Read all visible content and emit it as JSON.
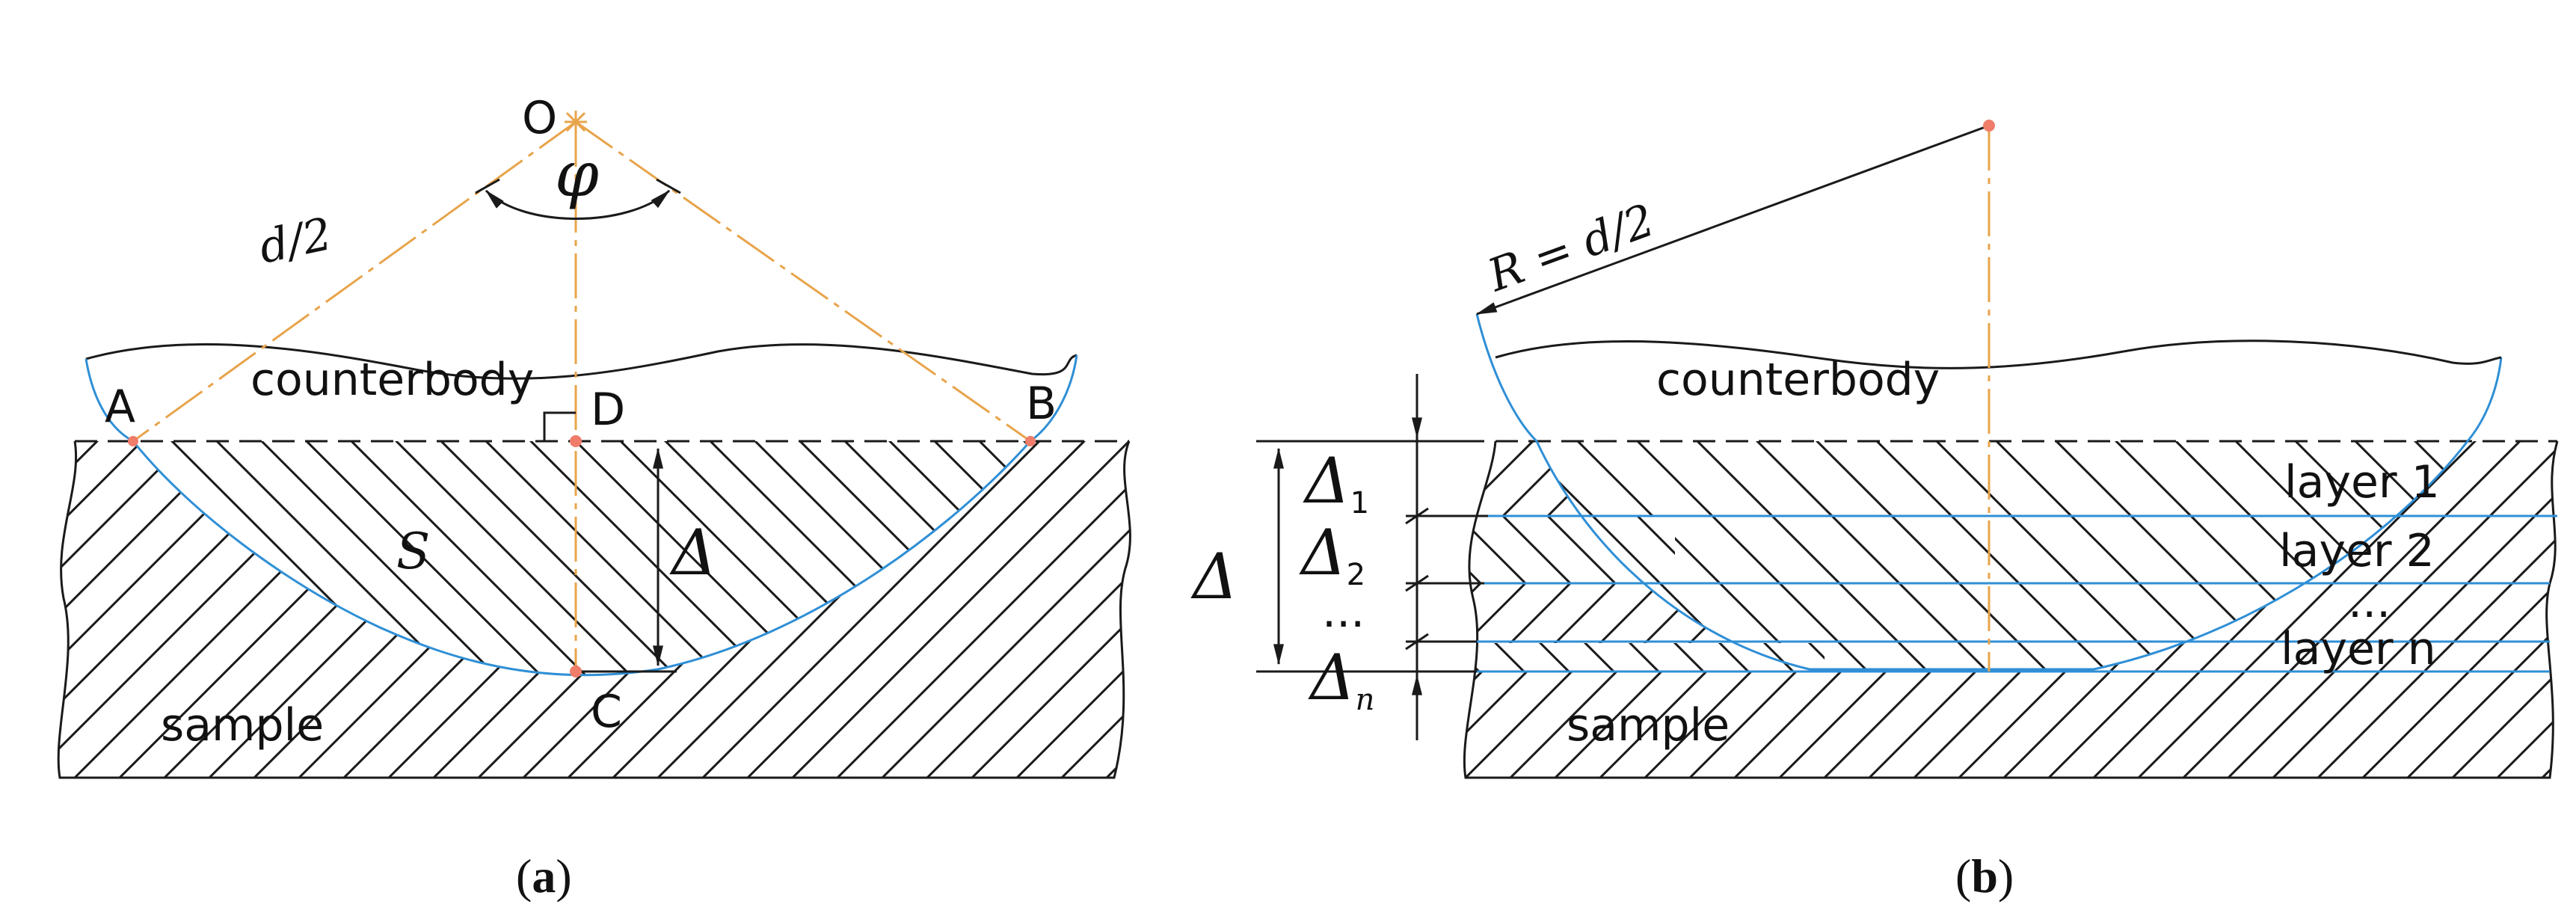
{
  "panel_a": {
    "label_O": "O",
    "label_phi": "φ",
    "label_half_d": "d/2",
    "label_counterbody": "counterbody",
    "label_A": "A",
    "label_B": "B",
    "label_D": "D",
    "label_C": "C",
    "label_S": "S",
    "label_delta": "Δ",
    "label_sample": "sample",
    "caption_paren_open": "(",
    "caption_letter": "a",
    "caption_paren_close": ")"
  },
  "panel_b": {
    "label_R": "R = d/2",
    "label_counterbody": "counterbody",
    "label_delta_total": "Δ",
    "delta_symbol": "Δ",
    "layer_subscripts": [
      "1",
      "2",
      "n"
    ],
    "label_dots": "...",
    "layers": [
      "layer 1",
      "layer 2",
      "...",
      "layer n"
    ],
    "label_sample": "sample",
    "caption_paren_open": "(",
    "caption_letter": "b",
    "caption_paren_close": ")"
  },
  "colors": {
    "ink": "#1a1a1a",
    "construction_lines": "#e8a44b",
    "worn_profile": "#2f8fd6",
    "points": "#f07c6a"
  }
}
